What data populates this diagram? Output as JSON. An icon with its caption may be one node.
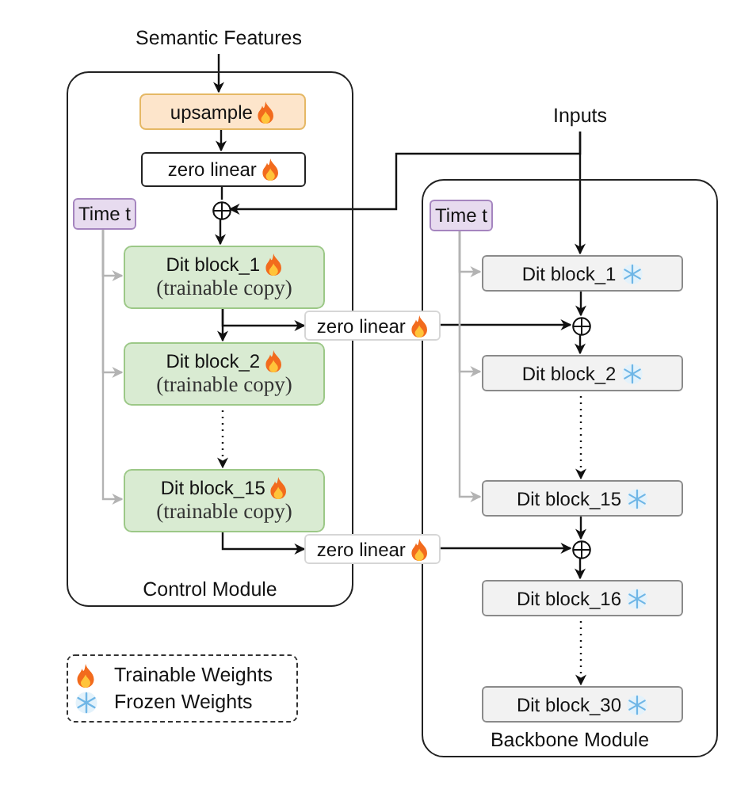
{
  "diagram": {
    "nodes": [
      {
        "text": [
          "Semantic Features"
        ]
      },
      {
        "text": [
          "Control Module"
        ]
      },
      {
        "text": [
          "upsample"
        ],
        "in": 1
      },
      {
        "text": [
          "zero linear"
        ],
        "in": 1
      },
      {
        "text": [],
        "shape": "circle",
        "in": 1
      },
      {
        "text": [
          "Time t"
        ],
        "in": 1
      },
      {
        "text": [
          "Dit block_1",
          "(trainable copy)"
        ],
        "in": 1
      },
      {
        "text": [
          "Dit block_2",
          "(trainable copy)"
        ],
        "in": 1
      },
      {
        "text": [
          "Dit block_15",
          "(trainable copy)"
        ],
        "in": 1
      },
      {
        "text": [
          "Inputs"
        ]
      },
      {
        "text": [
          "Backbone Module"
        ]
      },
      {
        "text": [
          "Time t"
        ],
        "in": 10
      },
      {
        "text": [
          "Dit block_1"
        ],
        "in": 10
      },
      {
        "text": [],
        "shape": "circle",
        "in": 10
      },
      {
        "text": [
          "Dit block_2"
        ],
        "in": 10
      },
      {
        "text": [
          "Dit block_15"
        ],
        "in": 10
      },
      {
        "text": [],
        "shape": "circle",
        "in": 10
      },
      {
        "text": [
          "Dit block_16"
        ],
        "in": 10
      },
      {
        "text": [
          "Dit block_30"
        ],
        "in": 10
      },
      {
        "text": [
          "zero linear"
        ]
      },
      {
        "text": [
          "zero linear"
        ]
      }
    ],
    "edges": [
      {
        "from": 0,
        "to": 2,
        "arrow": "to"
      },
      {
        "from": 2,
        "to": 3,
        "arrow": "to"
      },
      {
        "from": 3,
        "to": 4,
        "arrow": "none"
      },
      {
        "from": 4,
        "to": 6,
        "arrow": "to"
      },
      {
        "from": 9,
        "to": 4,
        "arrow": "to"
      },
      {
        "from": 9,
        "to": 12,
        "arrow": "to"
      },
      {
        "from": 5,
        "to": 6,
        "arrow": "to",
        "color": "#b3b3b3"
      },
      {
        "from": 5,
        "to": 7,
        "arrow": "to",
        "color": "#b3b3b3"
      },
      {
        "from": 5,
        "to": 8,
        "arrow": "to",
        "color": "#b3b3b3"
      },
      {
        "from": 6,
        "to": 7,
        "arrow": "to"
      },
      {
        "from": 6,
        "to": 19,
        "arrow": "to"
      },
      {
        "from": 19,
        "to": 13,
        "arrow": "to"
      },
      {
        "from": 12,
        "to": 13,
        "arrow": "to"
      },
      {
        "from": 13,
        "to": 14,
        "arrow": "to"
      },
      {
        "from": 7,
        "to": 8,
        "arrow": "to",
        "style": "dashed"
      },
      {
        "from": 14,
        "to": 15,
        "arrow": "to",
        "style": "dashed"
      },
      {
        "from": 15,
        "to": 16,
        "arrow": "to"
      },
      {
        "from": 8,
        "to": 20,
        "arrow": "to"
      },
      {
        "from": 20,
        "to": 16,
        "arrow": "to"
      },
      {
        "from": 16,
        "to": 17,
        "arrow": "to"
      },
      {
        "from": 17,
        "to": 18,
        "arrow": "to",
        "style": "dashed"
      },
      {
        "from": 11,
        "to": 12,
        "arrow": "to",
        "color": "#b3b3b3"
      },
      {
        "from": 11,
        "to": 14,
        "arrow": "to",
        "color": "#b3b3b3"
      },
      {
        "from": 11,
        "to": 15,
        "arrow": "to",
        "color": "#b3b3b3"
      }
    ],
    "legend": [
      {
        "text": "Trainable Weights"
      },
      {
        "text": "Frozen Weights"
      }
    ]
  }
}
